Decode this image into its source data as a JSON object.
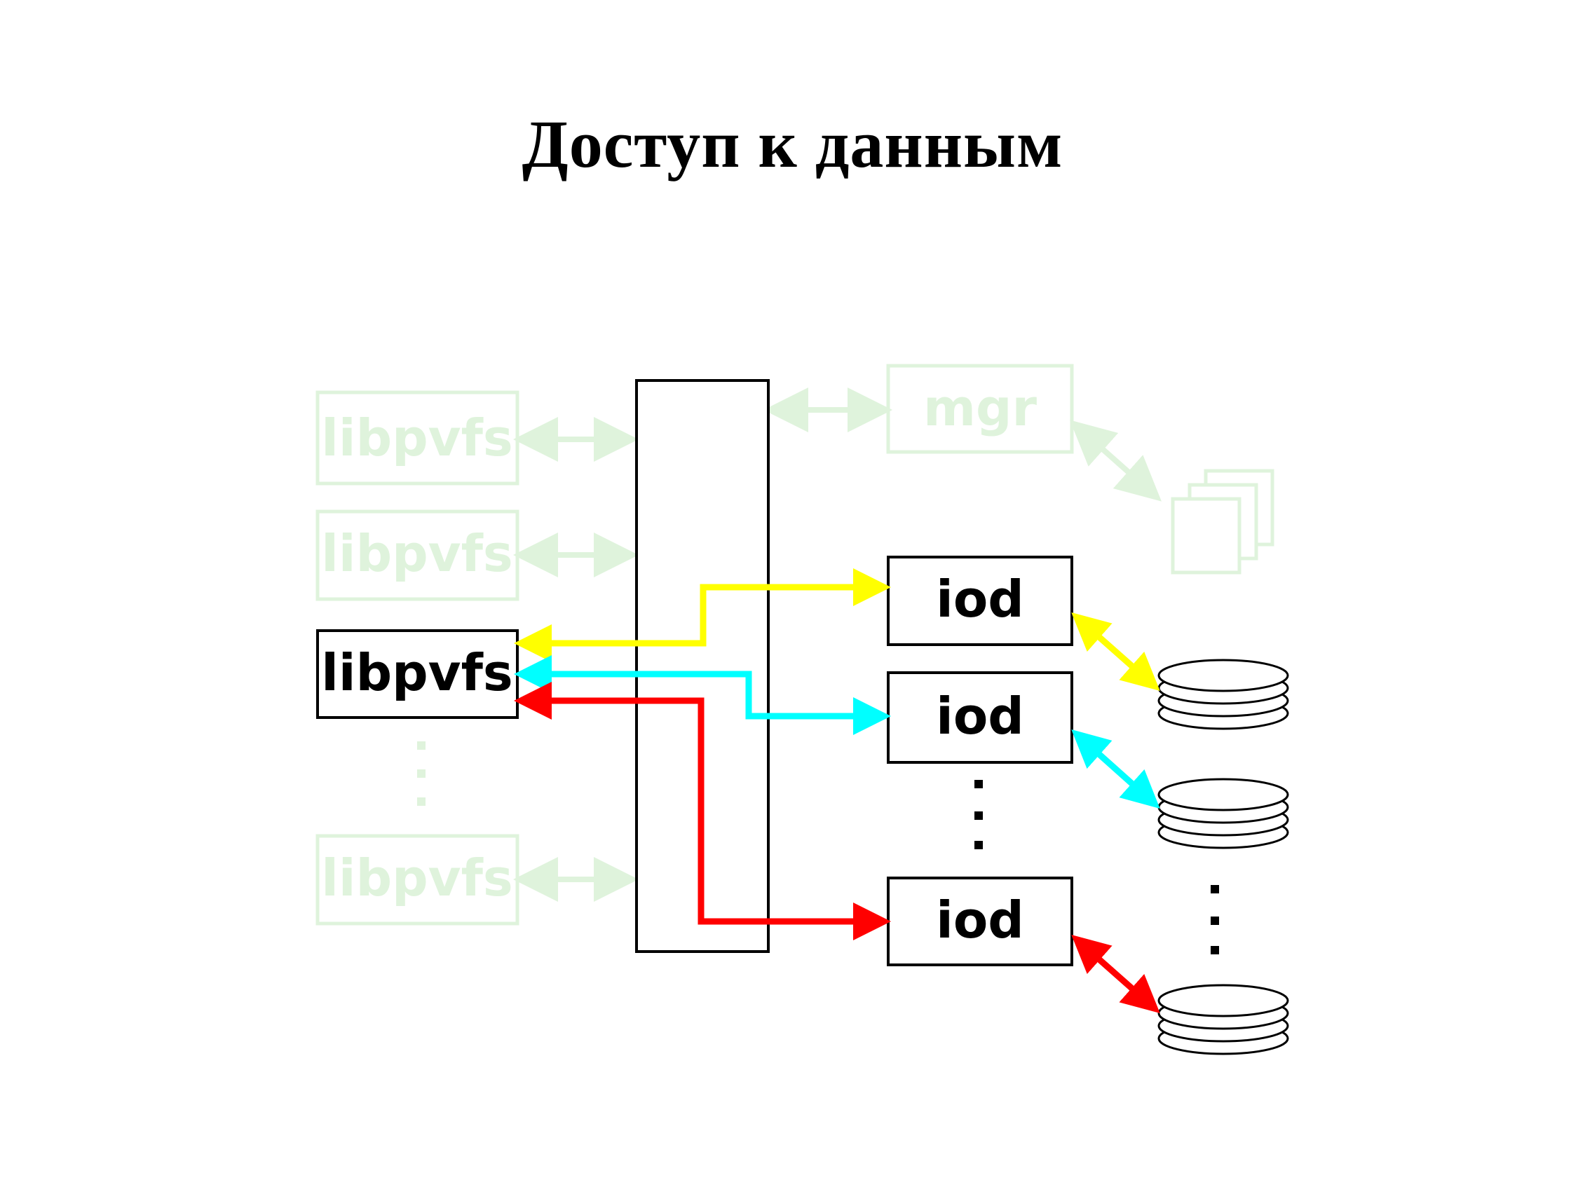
{
  "title": "Доступ к данным",
  "nodes": {
    "clients": [
      {
        "label": "libpvfs",
        "state": "faded"
      },
      {
        "label": "libpvfs",
        "state": "faded"
      },
      {
        "label": "libpvfs",
        "state": "active"
      },
      {
        "label": "libpvfs",
        "state": "faded"
      }
    ],
    "manager": {
      "label": "mgr",
      "state": "faded"
    },
    "io_daemons": [
      {
        "label": "iod"
      },
      {
        "label": "iod"
      },
      {
        "label": "iod"
      }
    ]
  },
  "colors": {
    "faded": "#dff3dc",
    "line": "#000000",
    "flow_1": "#ffff00",
    "flow_2": "#00ffff",
    "flow_3": "#ff0000"
  },
  "connections": [
    {
      "from": "libpvfs-3",
      "to": "iod-1",
      "color": "flow_1"
    },
    {
      "from": "libpvfs-3",
      "to": "iod-2",
      "color": "flow_2"
    },
    {
      "from": "libpvfs-3",
      "to": "iod-3",
      "color": "flow_3"
    }
  ]
}
